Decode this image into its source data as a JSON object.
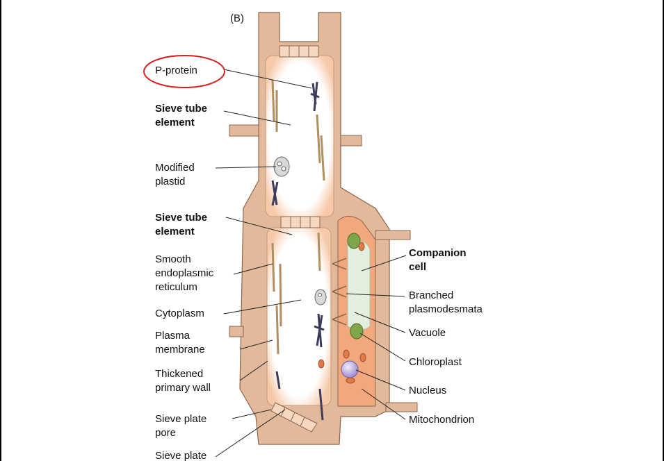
{
  "panel_label": "(B)",
  "highlight_color": "#d42020",
  "colors": {
    "wall": "#e2b99a",
    "wall_edge": "#8c6549",
    "membrane_glow": "#f6c9a8",
    "companion_cytoplasm": "#f2a77c",
    "vacuole": "#e4efe0",
    "chloroplast": "#7fa64a",
    "nucleus": "#c0b2e4",
    "p_protein": "#3c3b5c",
    "er": "#c9ad7e"
  },
  "labels_left": {
    "p_protein": "P-protein",
    "sieve_tube_element_1": [
      "Sieve tube",
      "element"
    ],
    "modified_plastid": [
      "Modified",
      "plastid"
    ],
    "sieve_tube_element_2": [
      "Sieve tube",
      "element"
    ],
    "smooth_er": [
      "Smooth",
      "endoplasmic",
      "reticulum"
    ],
    "cytoplasm": "Cytoplasm",
    "plasma_membrane": [
      "Plasma",
      "membrane"
    ],
    "thickened_wall": [
      "Thickened",
      "primary wall"
    ],
    "sieve_plate_pore": [
      "Sieve plate",
      "pore"
    ],
    "sieve_plate": "Sieve plate"
  },
  "labels_right": {
    "companion_cell": [
      "Companion",
      "cell"
    ],
    "branched_plasmodesmata": [
      "Branched",
      "plasmodesmata"
    ],
    "vacuole": "Vacuole",
    "chloroplast": "Chloroplast",
    "nucleus": "Nucleus",
    "mitochondrion": "Mitochondrion"
  }
}
